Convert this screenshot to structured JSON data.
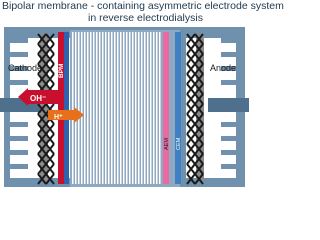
{
  "title": {
    "line1": "Bipolar membrane - containing asymmetric electrode system",
    "line2": "in reverse electrodialysis"
  },
  "labels": {
    "cathode": "Cathode",
    "anode": "Anode",
    "bpm": "BPM",
    "hydroxide": "OH⁻",
    "proton": "H⁺",
    "aem": "AEM",
    "cem": "CEM"
  },
  "colors": {
    "frame": "#6f91ae",
    "frame_dark": "#4e708d",
    "cation_membrane": "#3f7fc4",
    "anion_membrane": "#e86aa0",
    "bpm_red": "#c8102e",
    "bpm_blue": "#2f63b0",
    "arrow_orange": "#e8701a"
  }
}
